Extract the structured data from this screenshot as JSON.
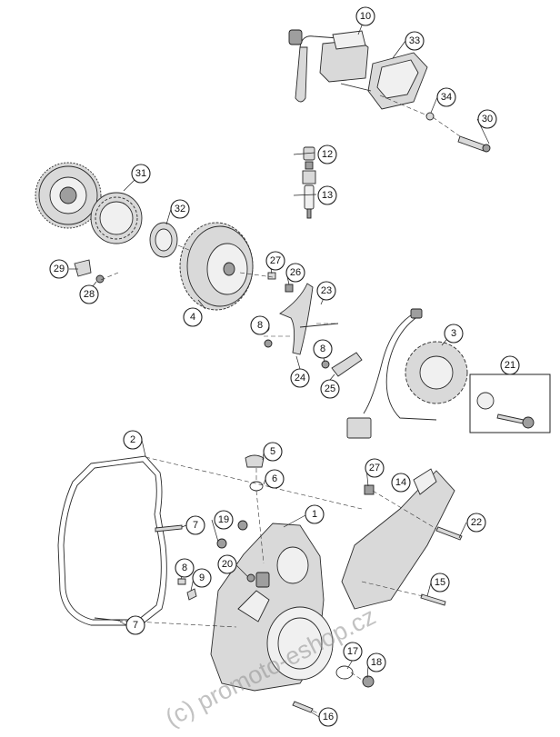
{
  "callouts": [
    "1",
    "2",
    "3",
    "4",
    "5",
    "6",
    "7",
    "7",
    "8",
    "8",
    "8",
    "9",
    "10",
    "12",
    "13",
    "14",
    "15",
    "16",
    "17",
    "18",
    "19",
    "20",
    "21",
    "22",
    "23",
    "24",
    "25",
    "26",
    "27",
    "27",
    "28",
    "29",
    "30",
    "31",
    "32",
    "33",
    "34"
  ],
  "watermark": "(c) promoto-eshop.cz",
  "colors": {
    "line": "#2a2a2a",
    "fill": "#d9d9d9",
    "background": "#ffffff"
  }
}
